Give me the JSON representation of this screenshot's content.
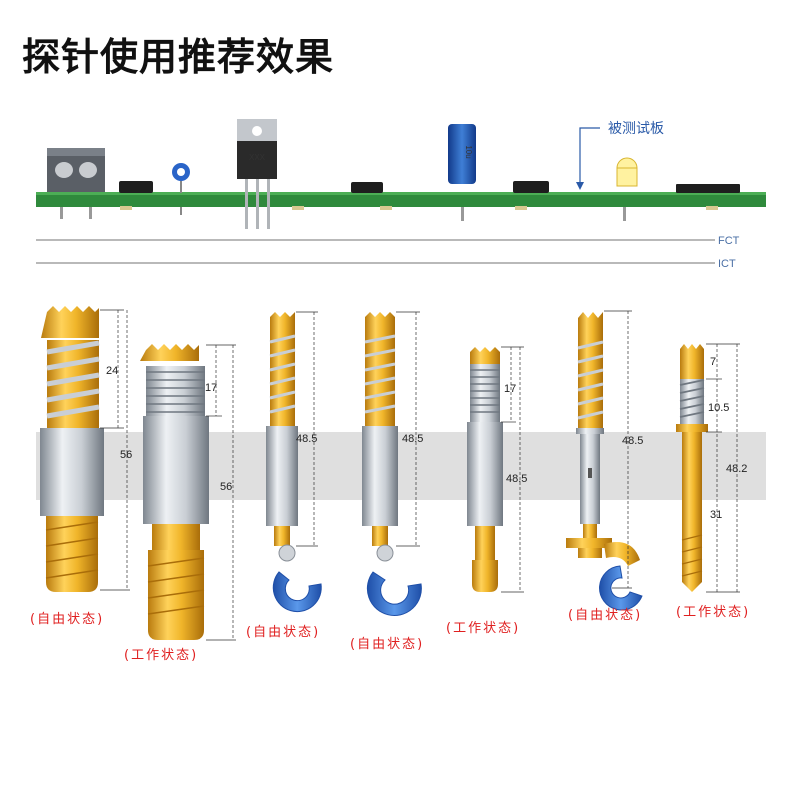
{
  "title": "探针使用推荐效果",
  "board": {
    "label": "被测试板",
    "chip_text": "XXX",
    "cap_text": "10u"
  },
  "lines": {
    "fct": "FCT",
    "ict": "ICT"
  },
  "colors": {
    "gold": "#e8a91e",
    "board": "#2f8a3c",
    "hook": "#2f6fd0",
    "state_text": "#e02020"
  },
  "probes": [
    {
      "dims": [
        "24",
        "56"
      ],
      "state": "(自由状态)"
    },
    {
      "dims": [
        "17",
        "56"
      ],
      "state": "(工作状态)"
    },
    {
      "dims": [
        "48.5"
      ],
      "state": "(自由状态)"
    },
    {
      "dims": [
        "48.5"
      ],
      "state": "(自由状态)"
    },
    {
      "dims": [
        "17",
        "48.5"
      ],
      "state": "(工作状态)"
    },
    {
      "dims": [
        "48.5"
      ],
      "state": "(自由状态)"
    },
    {
      "dims": [
        "7",
        "10.5",
        "31",
        "48.2"
      ],
      "state": "(工作状态)"
    }
  ]
}
